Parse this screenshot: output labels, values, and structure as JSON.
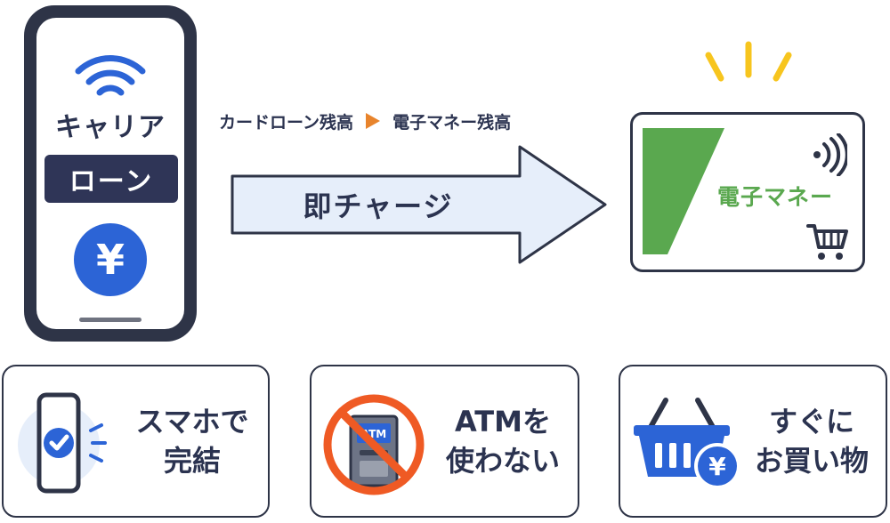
{
  "phone": {
    "carrier_label": "キャリア",
    "loan_label": "ローン",
    "yen_symbol": "¥",
    "icons": [
      "wifi-icon",
      "yen-coin-icon"
    ]
  },
  "flow": {
    "from_label": "カードローン残高",
    "to_label": "電子マネー残高",
    "arrow_label": "即チャージ"
  },
  "card": {
    "label": "電子マネー",
    "icons": [
      "contactless-icon",
      "shopping-cart-icon"
    ]
  },
  "features": [
    {
      "line1": "スマホで",
      "line2": "完結",
      "icon": "smartphone-check-icon"
    },
    {
      "line1": "ATMを",
      "line2": "使わない",
      "icon": "no-atm-icon",
      "atm_text": "ATM"
    },
    {
      "line1": "すぐに",
      "line2": "お買い物",
      "icon": "shopping-basket-yen-icon",
      "yen_symbol": "¥"
    }
  ],
  "colors": {
    "navy": "#2e3447",
    "blue": "#2c64d6",
    "green": "#5aa84f",
    "orange": "#e8842c",
    "red": "#ef5a24",
    "yellow": "#f7c51e",
    "arrow_fill": "#e6eefa"
  }
}
